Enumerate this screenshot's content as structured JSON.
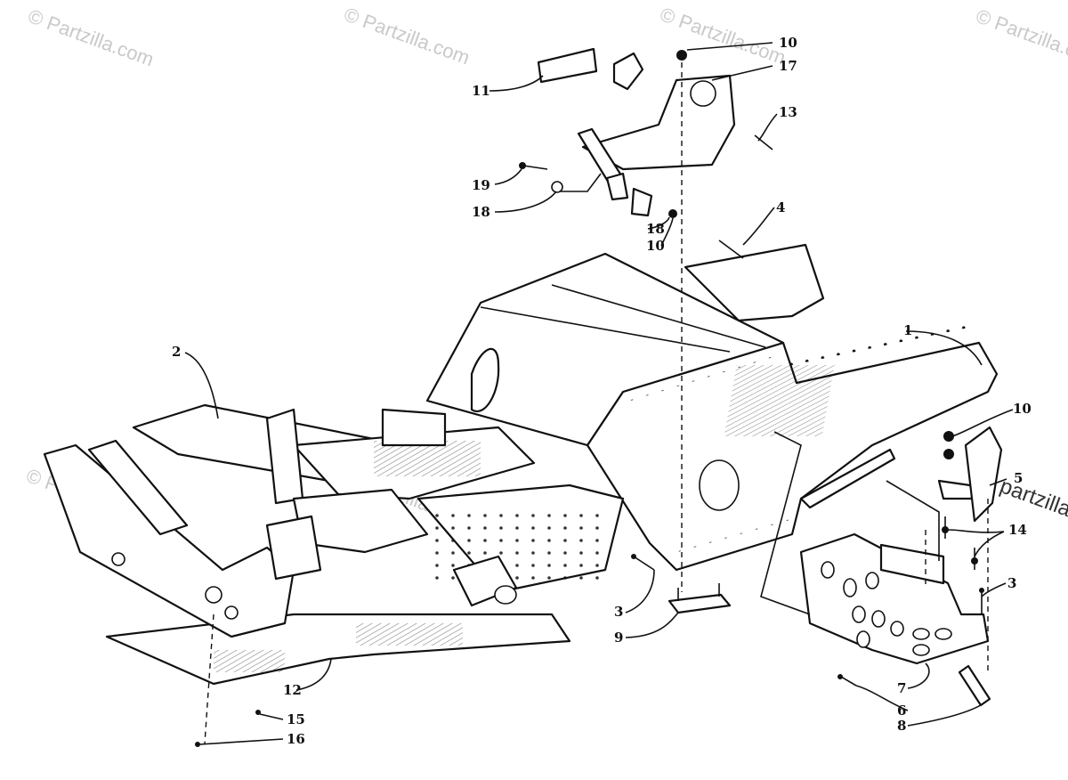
{
  "watermark": {
    "text": "© Partzilla.com",
    "side_text": "partzilla"
  },
  "callouts": [
    "1",
    "2",
    "3",
    "3",
    "4",
    "5",
    "6",
    "7",
    "8",
    "9",
    "10",
    "10",
    "10",
    "11",
    "12",
    "13",
    "14",
    "15",
    "16",
    "17",
    "18",
    "18",
    "19"
  ]
}
